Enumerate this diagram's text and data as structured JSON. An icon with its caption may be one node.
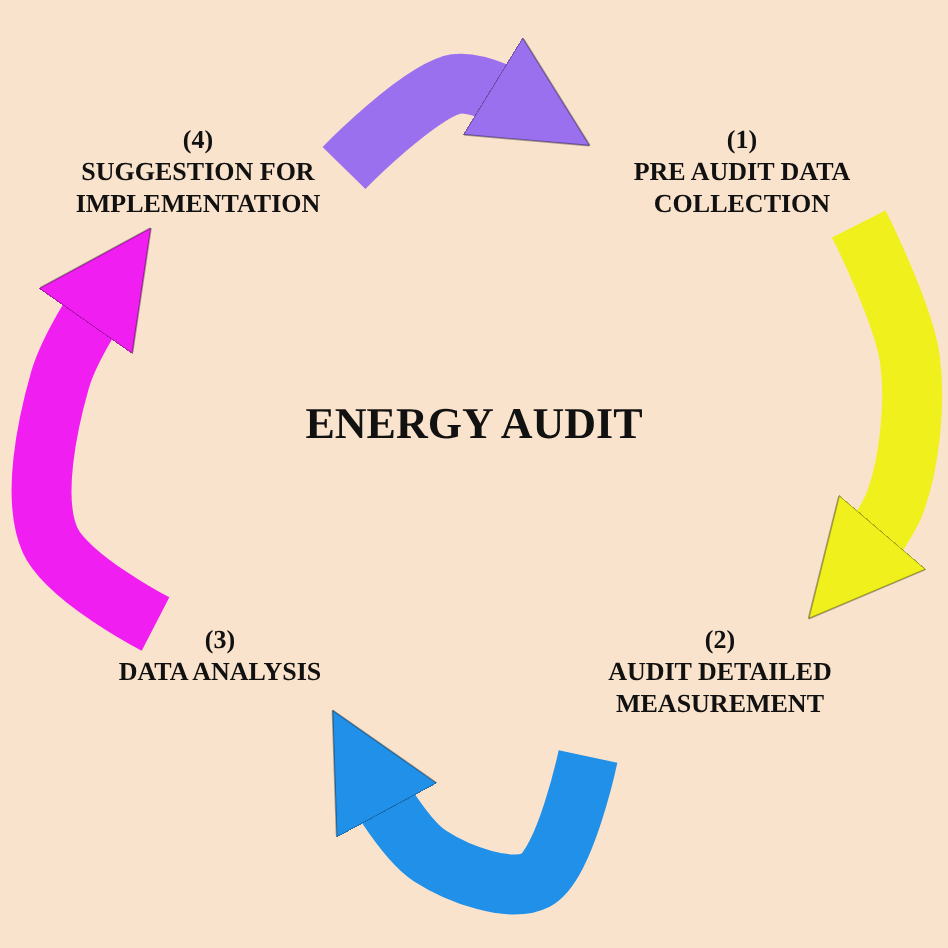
{
  "diagram": {
    "title": "ENERGY AUDIT",
    "nodes": [
      {
        "text": [
          "(4)",
          "SUGGESTION FOR IMPLEMENTATION"
        ]
      },
      {
        "text": [
          "(1)",
          "PRE AUDIT DATA COLLECTION"
        ]
      },
      {
        "text": [
          "(3)",
          "DATA ANALYSIS"
        ]
      },
      {
        "text": [
          "(2)",
          "AUDIT DETAILED MEASUREMENT"
        ]
      }
    ],
    "edges": [
      {
        "from": 0,
        "to": 1,
        "arrow": "to",
        "color": "#9b70ee"
      },
      {
        "from": 1,
        "to": 3,
        "arrow": "to",
        "color": "#f0f01c"
      },
      {
        "from": 3,
        "to": 2,
        "arrow": "to",
        "color": "#2090e8"
      },
      {
        "from": 2,
        "to": 0,
        "arrow": "to",
        "color": "#f01ef0"
      }
    ]
  }
}
